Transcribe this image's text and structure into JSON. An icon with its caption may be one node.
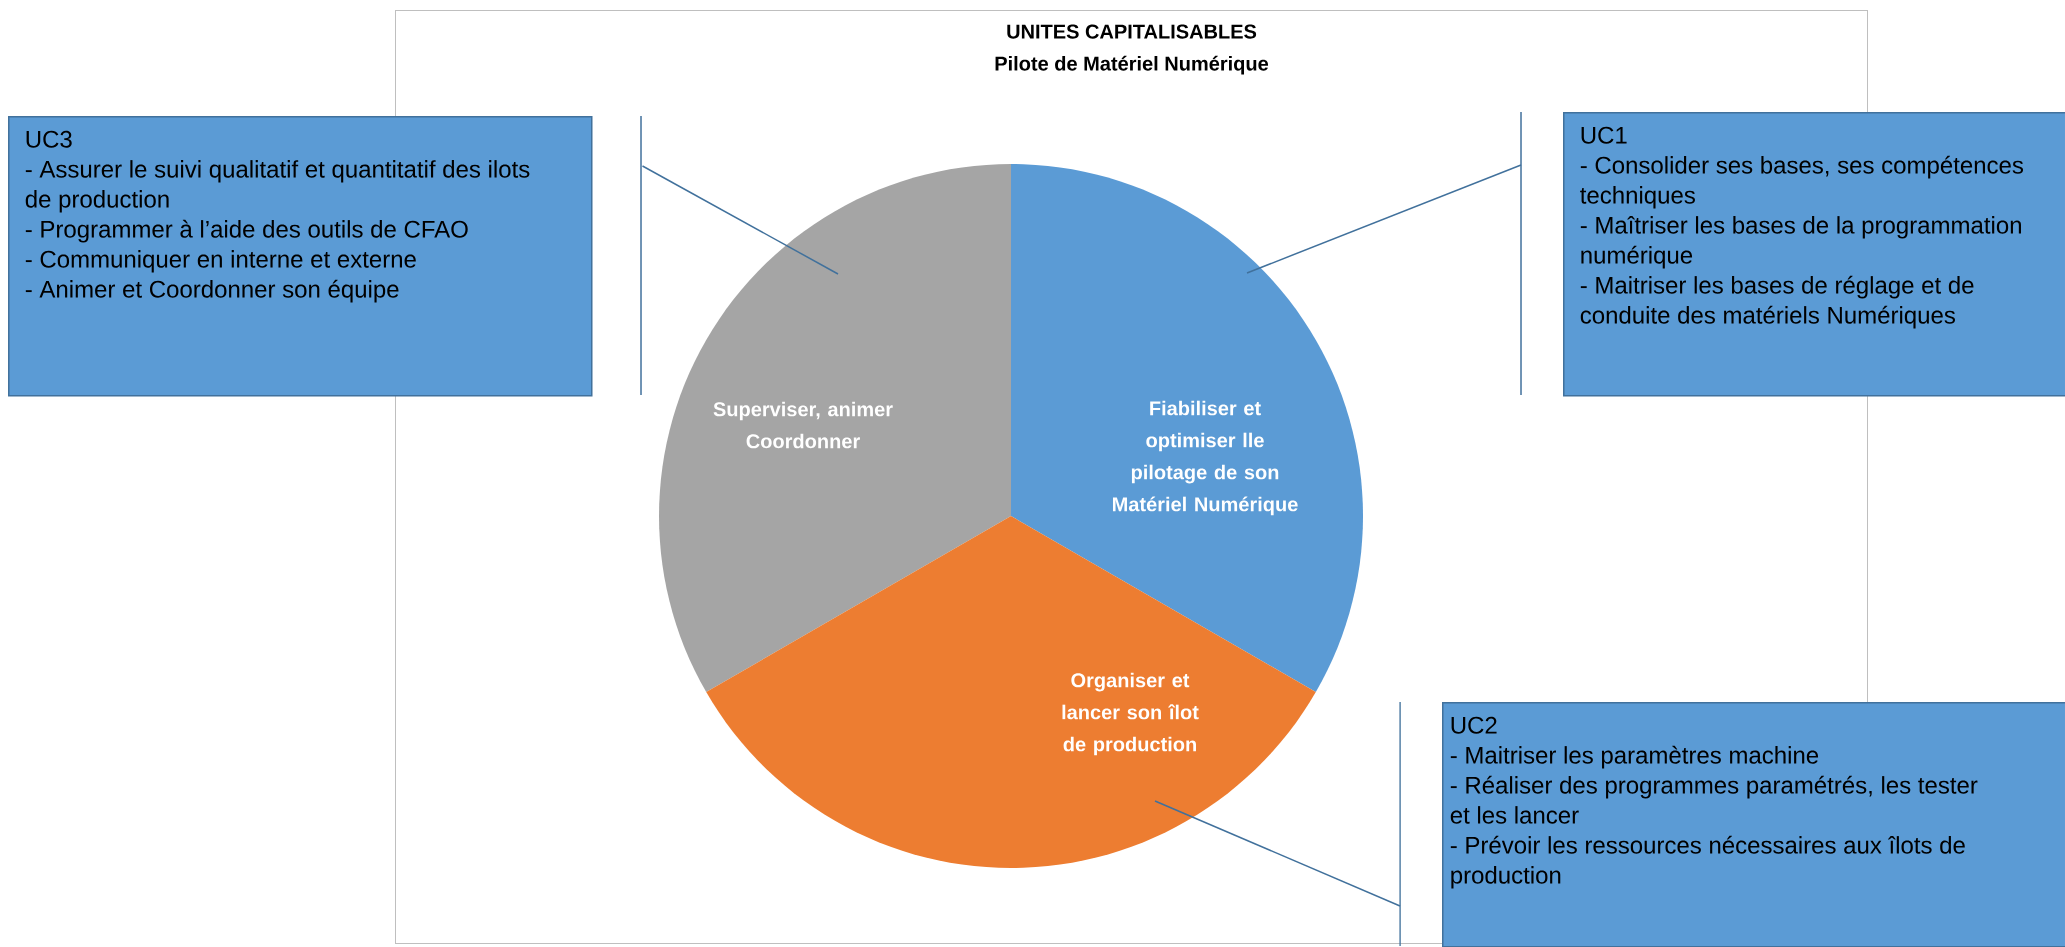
{
  "diagram": {
    "nodes": [
      {
        "text": [
          "UNITES CAPITALISABLES",
          "Pilote de Matériel Numérique"
        ]
      },
      {
        "text": [
          "Superviser, animer Coordonner"
        ],
        "in": 0
      },
      {
        "text": [
          "Fiabiliser et optimiser lle pilotage de son Matériel Numérique"
        ],
        "in": 0
      },
      {
        "text": [
          "Organiser et lancer son îlot de production"
        ],
        "in": 0
      },
      {
        "text": [
          "UC3",
          "- Assurer le suivi qualitatif et quantitatif des ilots de production",
          "- Programmer à l’aide des outils de CFAO",
          "- Communiquer en interne et externe",
          "- Animer et Coordonner son équipe"
        ]
      },
      {
        "text": [
          "UC1",
          "- Consolider ses bases, ses compétences techniques",
          "- Maîtriser les bases de la programmation numérique",
          "- Maitriser les bases de réglage et de conduite des matériels Numériques"
        ]
      },
      {
        "text": [
          "UC2",
          "- Maitriser les paramètres machine",
          "- Réaliser des programmes paramétrés, les tester et les lancer",
          "- Prévoir les ressources nécessaires aux îlots de production"
        ]
      }
    ],
    "edges": [
      {
        "from": 4,
        "to": 1,
        "arrow": "none"
      },
      {
        "from": 5,
        "to": 2,
        "arrow": "none"
      },
      {
        "from": 6,
        "to": 3,
        "arrow": "none"
      }
    ]
  }
}
